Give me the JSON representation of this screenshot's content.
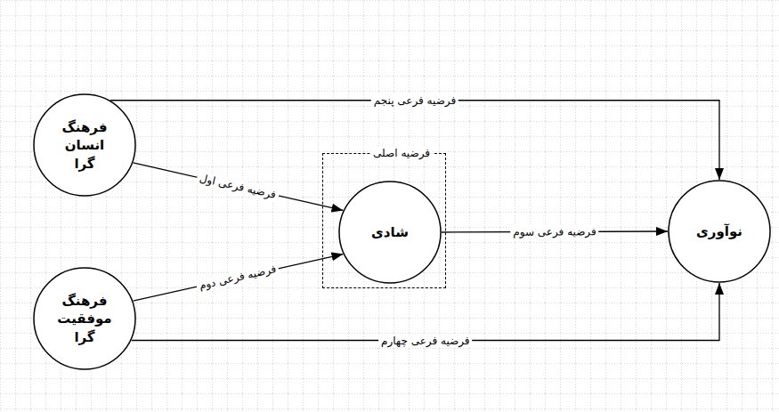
{
  "diagram": {
    "nodes": [
      {
        "text": [
          "فرهنگ انسان گرا"
        ]
      },
      {
        "text": [
          "فرهنگ موفقیت گرا"
        ]
      },
      {
        "text": [
          "فرضیه اصلی"
        ]
      },
      {
        "text": [
          "شادی"
        ],
        "in": 2
      },
      {
        "text": [
          "نوآوری"
        ]
      }
    ],
    "edges": [
      {
        "from": 0,
        "to": 3,
        "label": "فرضیه فرعی اول",
        "arrow": "to"
      },
      {
        "from": 1,
        "to": 3,
        "label": "فرضیه فرعی دوم",
        "arrow": "to"
      },
      {
        "from": 3,
        "to": 4,
        "label": "فرضیه فرعی سوم",
        "arrow": "to"
      },
      {
        "from": 1,
        "to": 4,
        "label": "فرضیه فرعی چهارم",
        "arrow": "to"
      },
      {
        "from": 0,
        "to": 4,
        "label": "فرضیه فرعی پنجم",
        "arrow": "to"
      }
    ]
  }
}
